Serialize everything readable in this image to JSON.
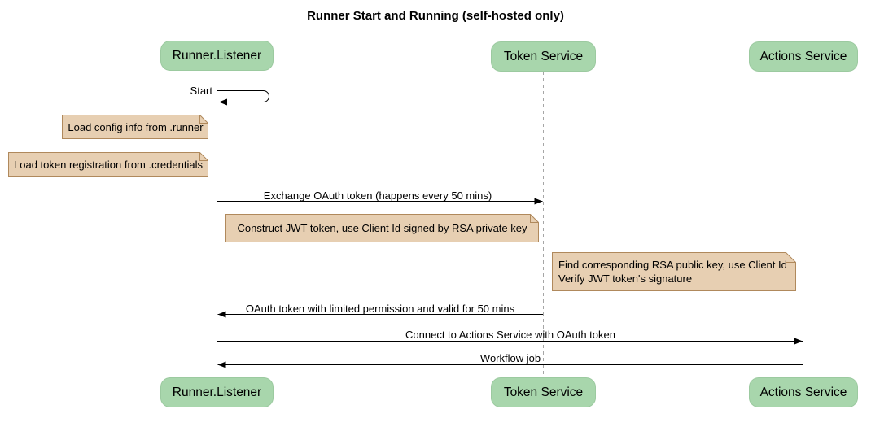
{
  "diagram": {
    "title": "Runner Start and Running (self-hosted only)",
    "participants": [
      {
        "label": "Runner.Listener"
      },
      {
        "label": "Token Service"
      },
      {
        "label": "Actions Service"
      }
    ],
    "messages": {
      "start": "Start",
      "exchange": "Exchange OAuth token (happens every 50 mins)",
      "oauth_return": "OAuth token with limited permission and valid for 50 mins",
      "connect": "Connect to Actions Service with OAuth token",
      "workflow": "Workflow job"
    },
    "notes": {
      "load_config": "Load config info from .runner",
      "load_token": "Load token registration from .credentials",
      "construct_jwt": "Construct JWT token, use Client Id signed by RSA private key",
      "verify_line1": "Find corresponding RSA public key, use Client Id",
      "verify_line2": "Verify JWT token's signature"
    },
    "colors": {
      "participant_fill": "#A8D6AC",
      "participant_border": "#9CCAA0",
      "note_fill": "#E7CFB2",
      "note_border": "#B0895C",
      "lifeline": "#A6A6A6",
      "arrow": "#000000"
    }
  }
}
